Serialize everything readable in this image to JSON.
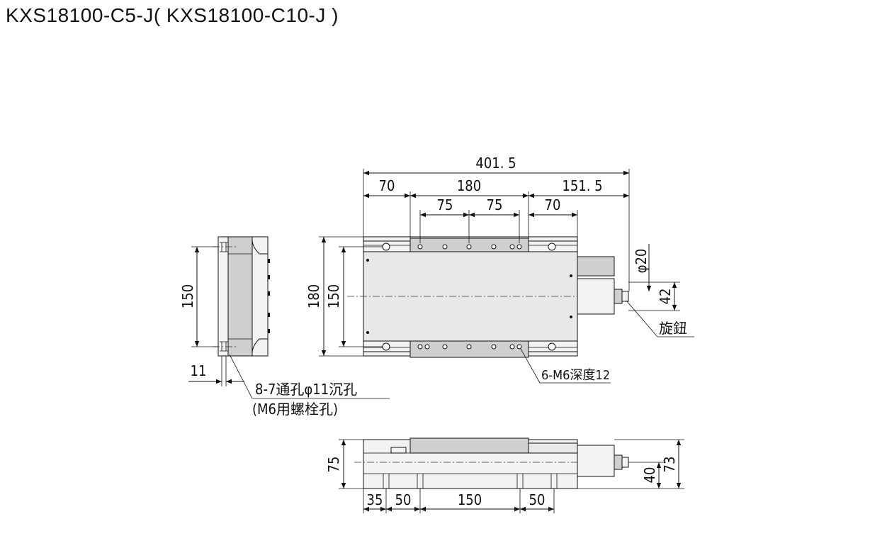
{
  "title": "KXS18100-C5-J( KXS18100-C10-J )",
  "top_view": {
    "overall_length": "401. 5",
    "seg_left": "70",
    "seg_mid": "180",
    "seg_right": "151. 5",
    "hole_pitch_1": "75",
    "hole_pitch_2": "75",
    "right_offset": "70",
    "width_outer": "180",
    "width_inner": "150",
    "knob_dia": "φ20",
    "knob_height": "42",
    "knob_label": "旋鈕",
    "tapped_holes_label": "6-M6深度12"
  },
  "side_view": {
    "height": "150",
    "thickness": "11",
    "mount_holes_label": "8-7通孔φ11沉孔",
    "mount_holes_note": "(M6用螺栓孔)"
  },
  "front_view": {
    "height": "75",
    "motor_height": "73",
    "axis_height": "40",
    "bottom_1": "35",
    "bottom_2": "50",
    "bottom_3": "150",
    "bottom_4": "50"
  }
}
